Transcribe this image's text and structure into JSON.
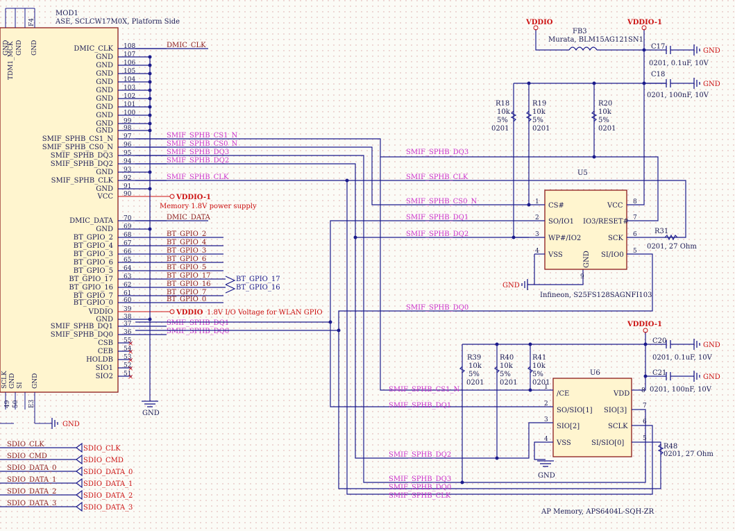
{
  "mod1": {
    "ref": "MOD1",
    "value": "ASE, SCLCW17M0X, Platform Side",
    "top_pins": [
      "GND",
      "TDM1_MCK",
      "GND",
      "GND",
      "F4"
    ],
    "bottom_pins": [
      "SCLK",
      "GND",
      "SI",
      "GND",
      "E3"
    ],
    "bottom_nums": [
      "49",
      "50"
    ],
    "pins": [
      {
        "num": "108",
        "name": "DMIC_CLK",
        "net": "DMIC_CLK"
      },
      {
        "num": "107",
        "name": "GND",
        "net": ""
      },
      {
        "num": "106",
        "name": "GND",
        "net": ""
      },
      {
        "num": "105",
        "name": "GND",
        "net": ""
      },
      {
        "num": "104",
        "name": "GND",
        "net": ""
      },
      {
        "num": "103",
        "name": "GND",
        "net": ""
      },
      {
        "num": "102",
        "name": "GND",
        "net": ""
      },
      {
        "num": "101",
        "name": "GND",
        "net": ""
      },
      {
        "num": "100",
        "name": "GND",
        "net": ""
      },
      {
        "num": "99",
        "name": "GND",
        "net": ""
      },
      {
        "num": "98",
        "name": "GND",
        "net": ""
      },
      {
        "num": "97",
        "name": "SMIF_SPHB_CS1_N",
        "net": "SMIF_SPHB_CS1_N"
      },
      {
        "num": "96",
        "name": "SMIF_SPHB_CS0_N",
        "net": "SMIF_SPHB_CS0_N"
      },
      {
        "num": "95",
        "name": "SMIF_SPHB_DQ3",
        "net": "SMIF_SPHB_DQ3"
      },
      {
        "num": "94",
        "name": "SMIF_SPHB_DQ2",
        "net": "SMIF_SPHB_DQ2"
      },
      {
        "num": "93",
        "name": "GND",
        "net": ""
      },
      {
        "num": "92",
        "name": "SMIF_SPHB_CLK",
        "net": "SMIF_SPHB_CLK"
      },
      {
        "num": "91",
        "name": "GND",
        "net": ""
      },
      {
        "num": "90",
        "name": "VCC",
        "net": ""
      },
      {
        "num": "70",
        "name": "DMIC_DATA",
        "net": "DMIC_DATA"
      },
      {
        "num": "69",
        "name": "GND",
        "net": ""
      },
      {
        "num": "68",
        "name": "BT_GPIO_2",
        "net": "BT_GPIO_2"
      },
      {
        "num": "67",
        "name": "BT_GPIO_4",
        "net": "BT_GPIO_4"
      },
      {
        "num": "66",
        "name": "BT_GPIO_3",
        "net": "BT_GPIO_3"
      },
      {
        "num": "65",
        "name": "BT_GPIO_6",
        "net": "BT_GPIO_6"
      },
      {
        "num": "64",
        "name": "BT_GPIO_5",
        "net": "BT_GPIO_5"
      },
      {
        "num": "63",
        "name": "BT_GPIO_17",
        "net": "BT_GPIO_17"
      },
      {
        "num": "62",
        "name": "BT_GPIO_16",
        "net": "BT_GPIO_16"
      },
      {
        "num": "61",
        "name": "BT_GPIO_7",
        "net": "BT_GPIO_7"
      },
      {
        "num": "60",
        "name": "BT_GPIO_0",
        "net": "BT_GPIO_0"
      },
      {
        "num": "39",
        "name": "VDDIO",
        "net": ""
      },
      {
        "num": "38",
        "name": "GND",
        "net": ""
      },
      {
        "num": "37",
        "name": "SMIF_SPHB_DQ1",
        "net": "SMIF_SPHB_DQ1"
      },
      {
        "num": "36",
        "name": "SMIF_SPHB_DQ0",
        "net": "SMIF_SPHB_DQ0"
      },
      {
        "num": "55",
        "name": "CSB",
        "net": ""
      },
      {
        "num": "54",
        "name": "CEB",
        "net": ""
      },
      {
        "num": "53",
        "name": "HOLDB",
        "net": ""
      },
      {
        "num": "52",
        "name": "SIO1",
        "net": ""
      },
      {
        "num": "51",
        "name": "SIO2",
        "net": ""
      }
    ],
    "vcc_power": "VDDIO-1",
    "vcc_note": "Memory 1.8V power supply",
    "vddio_power": "VDDIO",
    "vddio_note": "1.8V I/O Voltage for WLAN GPIO",
    "bt_offpage": [
      "BT_GPIO_17",
      "BT_GPIO_16"
    ]
  },
  "power": {
    "vddio": "VDDIO",
    "vddio1": "VDDIO-1",
    "gnd": "GND"
  },
  "fb3": {
    "ref": "FB3",
    "value": "Murata, BLM15AG121SN1"
  },
  "c17": {
    "ref": "C17",
    "value": "0201, 0.1uF, 10V"
  },
  "c18": {
    "ref": "C18",
    "value": "0201, 100nF, 10V"
  },
  "c20": {
    "ref": "C20",
    "value": "0201, 0.1uF, 10V"
  },
  "c21": {
    "ref": "C21",
    "value": "0201, 100nF, 10V"
  },
  "r18": {
    "ref": "R18",
    "v1": "10k",
    "v2": "5%",
    "v3": "0201"
  },
  "r19": {
    "ref": "R19",
    "v1": "10k",
    "v2": "5%",
    "v3": "0201"
  },
  "r20": {
    "ref": "R20",
    "v1": "10k",
    "v2": "5%",
    "v3": "0201"
  },
  "r39": {
    "ref": "R39",
    "v1": "10k",
    "v2": "5%",
    "v3": "0201"
  },
  "r40": {
    "ref": "R40",
    "v1": "10k",
    "v2": "5%",
    "v3": "0201"
  },
  "r41": {
    "ref": "R41",
    "v1": "10k",
    "v2": "5%",
    "v3": "0201"
  },
  "r31": {
    "ref": "R31",
    "value": "0201, 27 Ohm"
  },
  "r48": {
    "ref": "R48",
    "value": "0201, 27 Ohm"
  },
  "u5": {
    "ref": "U5",
    "value": "Infineon, S25FS128SAGNFI103",
    "left": [
      {
        "num": "1",
        "name": "CS#"
      },
      {
        "num": "2",
        "name": "SO/IO1"
      },
      {
        "num": "3",
        "name": "WP#/IO2"
      },
      {
        "num": "4",
        "name": "VSS"
      }
    ],
    "right": [
      {
        "num": "8",
        "name": "VCC"
      },
      {
        "num": "7",
        "name": "IO3/RESET#"
      },
      {
        "num": "6",
        "name": "SCK"
      },
      {
        "num": "5",
        "name": "SI/IO0"
      }
    ],
    "bottom": {
      "num": "9",
      "name": "GND"
    }
  },
  "u6": {
    "ref": "U6",
    "value": "AP Memory, APS6404L-SQH-ZR",
    "left": [
      {
        "num": "1",
        "name": "/CE"
      },
      {
        "num": "2",
        "name": "SO/SIO[1]"
      },
      {
        "num": "3",
        "name": "SIO[2]"
      },
      {
        "num": "4",
        "name": "VSS"
      }
    ],
    "right": [
      {
        "num": "8",
        "name": "VDD"
      },
      {
        "num": "7",
        "name": "SIO[3]"
      },
      {
        "num": "6",
        "name": "SCLK"
      },
      {
        "num": "5",
        "name": "SI/SIO[0]"
      }
    ]
  },
  "mid_nets": {
    "dq3_u5": "SMIF_SPHB_DQ3",
    "clk_u5": "SMIF_SPHB_CLK",
    "cs0_u5": "SMIF_SPHB_CS0_N",
    "dq1_u5": "SMIF_SPHB_DQ1",
    "dq2_u5": "SMIF_SPHB_DQ2",
    "dq0_u5": "SMIF_SPHB_DQ0",
    "cs1_u6": "SMIF_SPHB_CS1_N",
    "dq1_u6": "SMIF_SPHB_DQ1",
    "dq2_u6": "SMIF_SPHB_DQ2",
    "dq3_u6": "SMIF_SPHB_DQ3",
    "dq0_u6": "SMIF_SPHB_DQ0",
    "clk_u6": "SMIF_SPHB_CLK"
  },
  "sdio": [
    {
      "name": "SDIO_CLK",
      "port": "SDIO_CLK"
    },
    {
      "name": "SDIO_CMD",
      "port": "SDIO_CMD"
    },
    {
      "name": "SDIO_DATA_0",
      "port": "SDIO_DATA_0"
    },
    {
      "name": "SDIO_DATA_1",
      "port": "SDIO_DATA_1"
    },
    {
      "name": "SDIO_DATA_2",
      "port": "SDIO_DATA_2"
    },
    {
      "name": "SDIO_DATA_3",
      "port": "SDIO_DATA_3"
    }
  ]
}
